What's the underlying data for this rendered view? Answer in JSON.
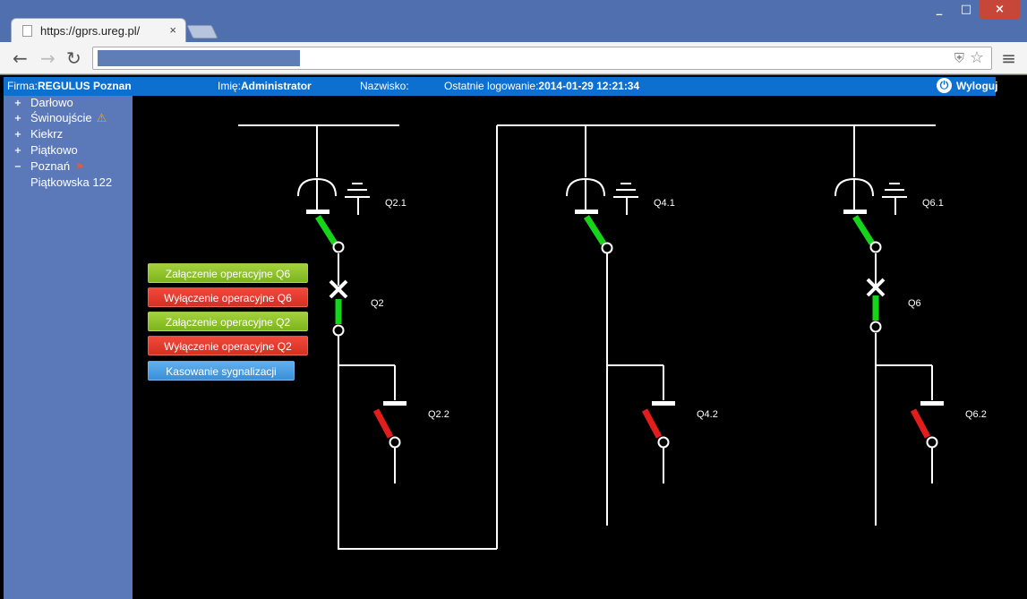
{
  "browser": {
    "tab_title": "https://gprs.ureg.pl/",
    "tab_close": "×",
    "back": "←",
    "forward": "→",
    "reload": "↻",
    "menu": "≡",
    "shield": "⛨",
    "star": "☆"
  },
  "window": {
    "minimize": "_",
    "maximize": "□",
    "close": "×"
  },
  "header": {
    "firma_label": "Firma:",
    "firma_value": "REGULUS Poznan",
    "imie_label": "Imię:",
    "imie_value": "Administrator",
    "nazwisko_label": "Nazwisko:",
    "nazwisko_value": "",
    "last_login_label": "Ostatnie logowanie:",
    "last_login_value": "2014-01-29 12:21:34",
    "logout": "Wyloguj",
    "power": "⏻"
  },
  "sidebar": {
    "items": [
      {
        "toggle": "+",
        "label": "Darłowo"
      },
      {
        "toggle": "+",
        "label": "Świnoujście",
        "badge": "⚠"
      },
      {
        "toggle": "+",
        "label": "Kiekrz"
      },
      {
        "toggle": "+",
        "label": "Piątkowo"
      },
      {
        "toggle": "−",
        "label": "Poznań",
        "badge": "⚑"
      },
      {
        "toggle": "",
        "label": "Piątkowska 122"
      }
    ]
  },
  "buttons": {
    "close_q6": "Załączenie operacyjne Q6",
    "open_q6": "Wyłączenie operacyjne Q6",
    "close_q2": "Załączenie operacyjne Q2",
    "open_q2": "Wyłączenie operacyjne Q2",
    "reset": "Kasowanie sygnalizacji"
  },
  "labels": {
    "q21": "Q2.1",
    "q2": "Q2",
    "q22": "Q2.2",
    "q41": "Q4.1",
    "q42": "Q4.2",
    "q61": "Q6.1",
    "q6": "Q6",
    "q62": "Q6.2"
  },
  "colors": {
    "closed": "#16d41a",
    "open": "#e31c1c",
    "line": "#ffffff",
    "header": "#0d6fd0",
    "sidebar": "#5b79b8"
  }
}
